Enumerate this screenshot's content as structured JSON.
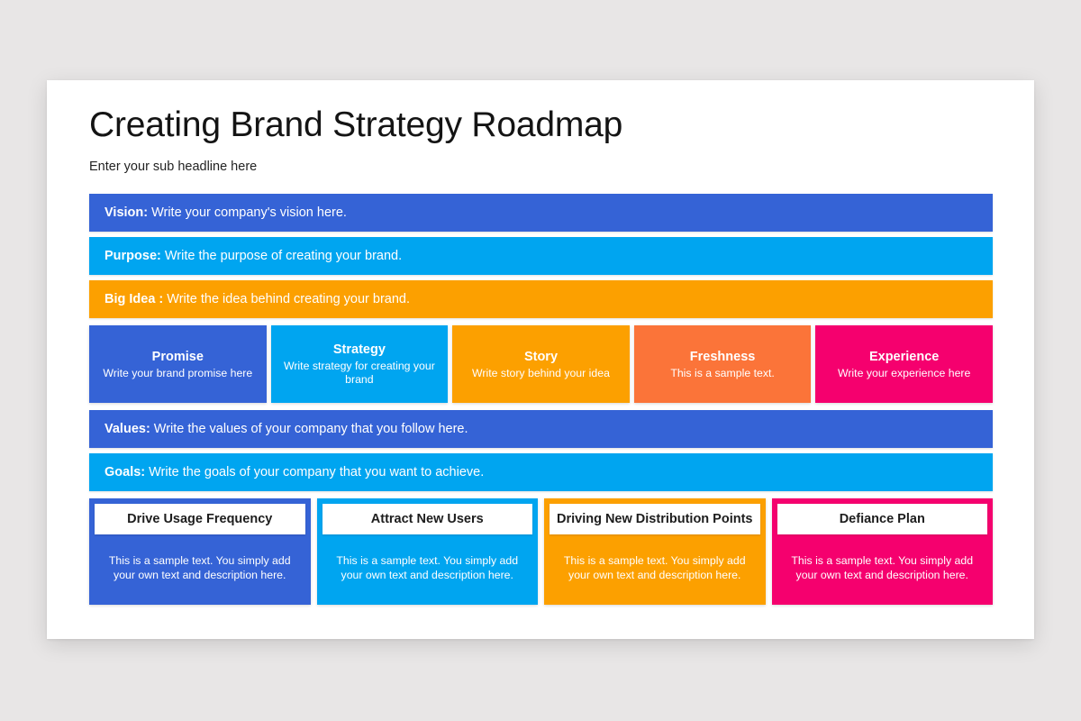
{
  "theme": {
    "background": "#e8e6e6",
    "slide_background": "#ffffff",
    "colors": {
      "royal_blue": "#3563d6",
      "sky_blue": "#00a5f0",
      "orange": "#fca000",
      "coral": "#fb7439",
      "pink": "#f5006e"
    }
  },
  "header": {
    "title": "Creating Brand Strategy Roadmap",
    "subtitle": "Enter your sub headline here"
  },
  "bars_top": [
    {
      "key": "Vision:",
      "text": "Write your company's vision here.",
      "color": "#3563d6"
    },
    {
      "key": "Purpose:",
      "text": "Write the purpose of creating your brand.",
      "color": "#00a5f0"
    },
    {
      "key": "Big Idea :",
      "text": "Write the idea behind creating your brand.",
      "color": "#fca000"
    }
  ],
  "pillars": [
    {
      "title": "Promise",
      "desc": "Write your brand promise here",
      "color": "#3563d6"
    },
    {
      "title": "Strategy",
      "desc": "Write strategy for creating your brand",
      "color": "#00a5f0"
    },
    {
      "title": "Story",
      "desc": "Write story behind your idea",
      "color": "#fca000"
    },
    {
      "title": "Freshness",
      "desc": "This is a sample text.",
      "color": "#fb7439"
    },
    {
      "title": "Experience",
      "desc": "Write your experience here",
      "color": "#f5006e"
    }
  ],
  "bars_bottom": [
    {
      "key": "Values:",
      "text": "Write the values of your company that you follow here.",
      "color": "#3563d6"
    },
    {
      "key": "Goals:",
      "text": "Write the goals of your company that you want to achieve.",
      "color": "#00a5f0"
    }
  ],
  "outcomes": [
    {
      "title": "Drive Usage Frequency",
      "body": "This is a sample text. You simply add your own text and description here.",
      "color": "#3563d6"
    },
    {
      "title": "Attract New Users",
      "body": "This is a sample text. You simply add your own text and description here.",
      "color": "#00a5f0"
    },
    {
      "title": "Driving New Distribution Points",
      "body": "This is a sample text. You simply add your own text and description here.",
      "color": "#fca000"
    },
    {
      "title": "Defiance Plan",
      "body": "This is a sample text. You simply add your own text and description here.",
      "color": "#f5006e"
    }
  ]
}
